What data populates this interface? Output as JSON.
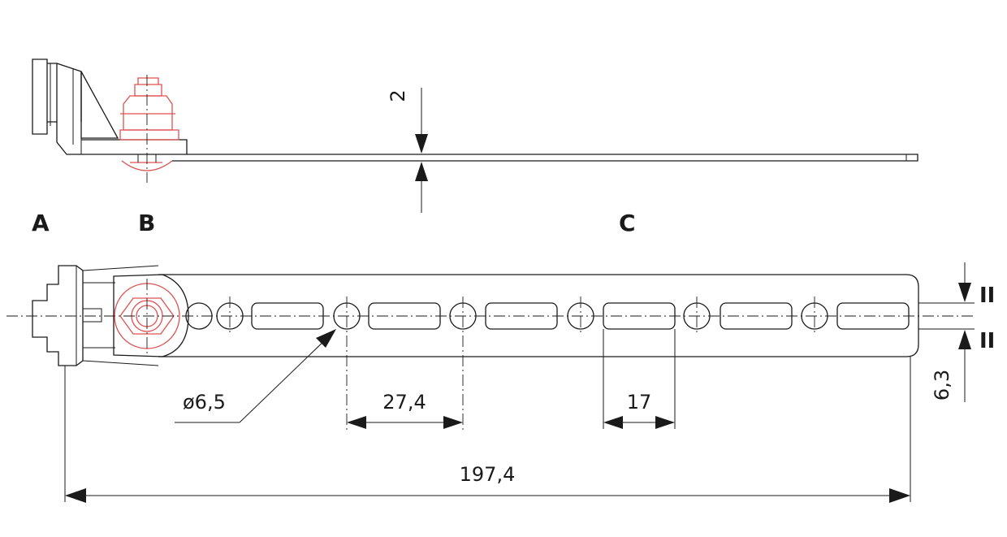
{
  "labels": {
    "a": "A",
    "b": "B",
    "c": "C"
  },
  "dimensions": {
    "thickness": "2",
    "hole_diameter": "ø6,5",
    "hole_pitch": "27,4",
    "slot_length": "17",
    "overall_length": "197,4",
    "width": "6,3",
    "parallel_mark_top": "II",
    "parallel_mark_bottom": "II"
  },
  "colors": {
    "line": "#1a1a1a",
    "highlight": "#e05050"
  }
}
